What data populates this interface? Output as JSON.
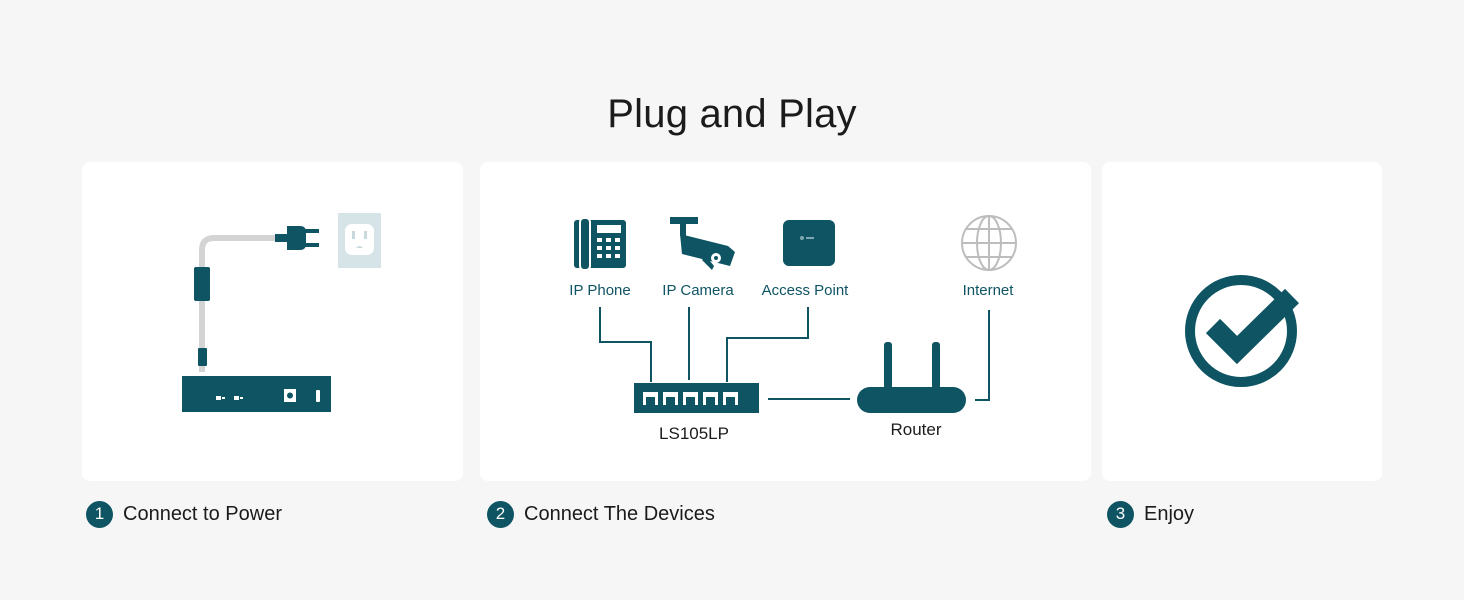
{
  "title": "Plug and Play",
  "colors": {
    "accent": "#0e5463",
    "background": "#f6f6f6",
    "card": "#ffffff",
    "outlet": "#d6e4e7"
  },
  "step1": {
    "number": "1",
    "label": "Connect to Power",
    "icons": [
      "power-adapter-cable-icon",
      "power-plug-icon",
      "wall-outlet-icon",
      "switch-rear-panel-icon"
    ]
  },
  "step2": {
    "number": "2",
    "label": "Connect The Devices",
    "devices": [
      {
        "label": "IP Phone",
        "icon": "ip-phone-icon"
      },
      {
        "label": "IP Camera",
        "icon": "ip-camera-icon"
      },
      {
        "label": "Access Point",
        "icon": "access-point-icon"
      },
      {
        "label": "Internet",
        "icon": "globe-icon"
      }
    ],
    "switch_label": "LS105LP",
    "router_label": "Router"
  },
  "step3": {
    "number": "3",
    "label": "Enjoy",
    "icon": "checkmark-circle-icon"
  }
}
